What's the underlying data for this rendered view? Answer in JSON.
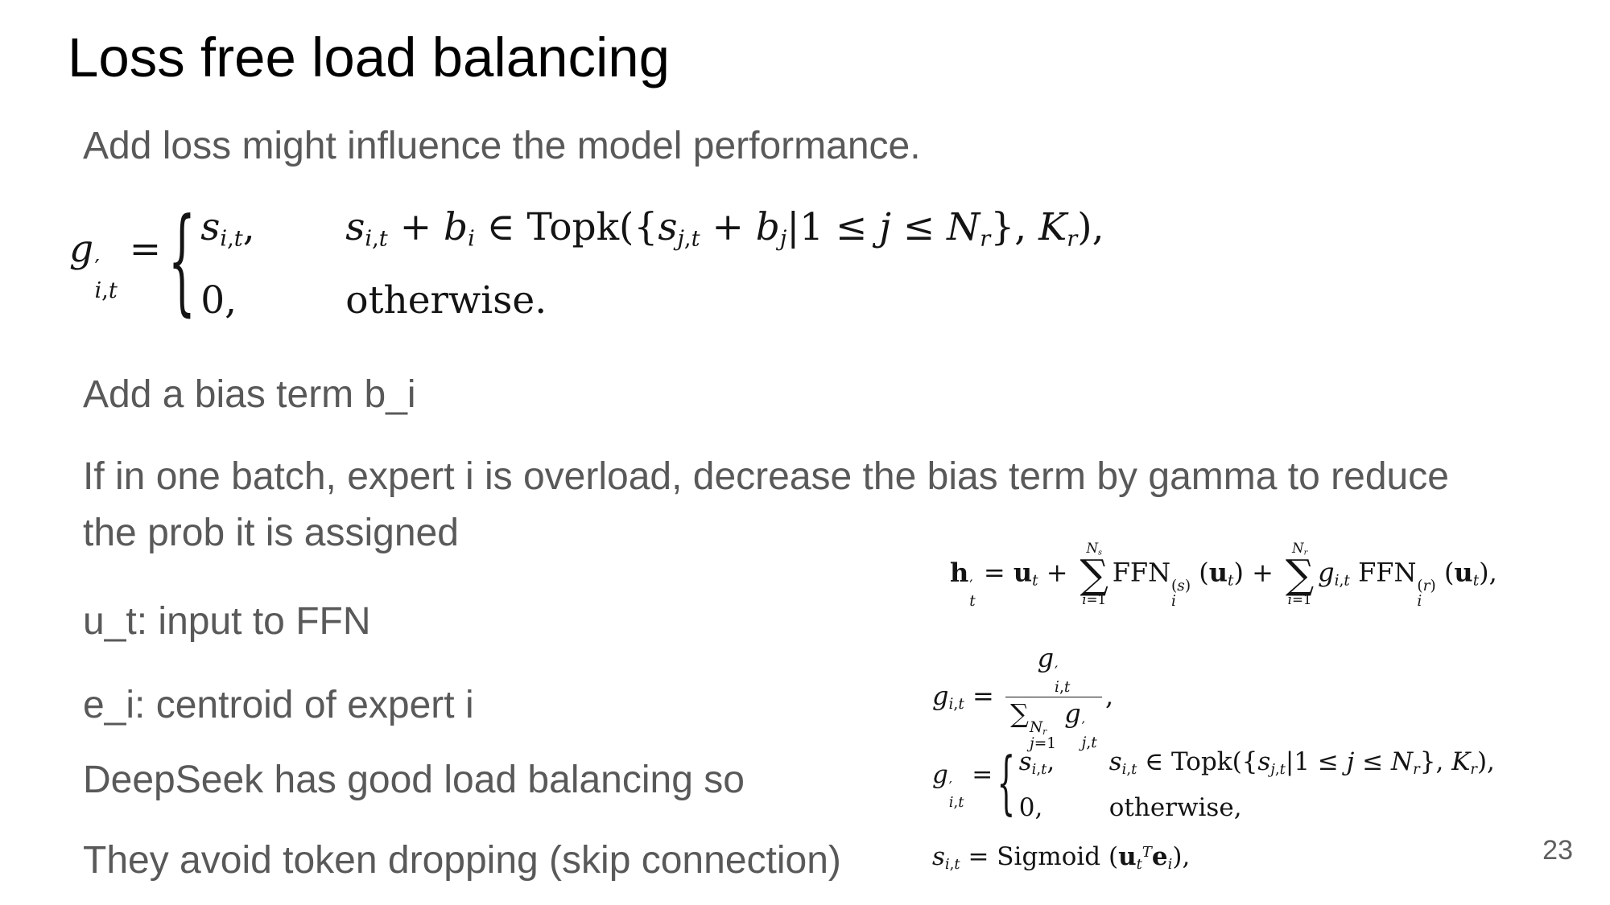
{
  "slide": {
    "title": "Loss free load balancing",
    "page_number": "23"
  },
  "paragraphs": [
    "Add loss might influence the model performance.",
    "Add a bias term b_i",
    "If in one batch, expert i is overload, decrease the bias term by gamma to reduce",
    "the prob it is assigned",
    "u_t: input to FFN",
    "e_i: centroid of expert i",
    "DeepSeek has good load balancing so",
    "They avoid token dropping (skip connection)"
  ],
  "colors": {
    "background": "#ffffff",
    "title": "#000000",
    "body": "#595959",
    "equation": "#141414",
    "page_number": "#5f5f5f"
  },
  "equations": {
    "brace": "{",
    "gating_cases_main": {
      "lhs": "\\i{g}\\ss{′}{\\i{i},\\i{t}} =",
      "rows": [
        {
          "value": "\\i{s}_{\\i{i},\\i{t}},",
          "condition": "\\i{s}_{\\i{i},\\i{t}} + \\i{b}_{\\i{i}} ∈ Topk({\\i{s}_{\\i{j},\\i{t}} + \\i{b}_{\\i{j}}|1 ≤ \\i{j} ≤ \\i{N}_{\\i{r}}}, \\i{K}_{\\i{r}}),"
        },
        {
          "value": "0,",
          "condition": "otherwise."
        }
      ]
    },
    "hidden_state": "\\b{h}\\ss{′}{\\i{t}} = \\b{u}_{\\i{t}} + \\sum{\\i{N}_{\\i{s}}}{\\i{i}=1}FFN\\ss{(\\i{s})}{\\i{i}} (\\b{u}_{\\i{t}}) + \\sum{\\i{N}_{\\i{r}}}{\\i{i}=1}\\i{g}_{\\i{i},\\i{t}} FFN\\ss{(\\i{r})}{\\i{i}} (\\b{u}_{\\i{t}}),",
    "gate_normalized": "\\i{g}_{\\i{i},\\i{t}} = \\f{\\i{g}\\ss{′}{\\i{i},\\i{t}}}{∑\\ss{\\i{N}_{\\i{r}}}{\\i{j}=1} \\i{g}\\ss{′}{\\i{j},\\i{t}}},",
    "gating_cases_small": {
      "lhs": "\\i{g}\\ss{′}{\\i{i},\\i{t}} =",
      "rows": [
        {
          "value": "\\i{s}_{\\i{i},\\i{t}},",
          "condition": "\\i{s}_{\\i{i},\\i{t}} ∈ Topk({\\i{s}_{\\i{j},\\i{t}}|1 ≤ \\i{j} ≤ \\i{N}_{\\i{r}}}, \\i{K}_{\\i{r}}),"
        },
        {
          "value": "0,",
          "condition": "otherwise,"
        }
      ]
    },
    "score": "\\i{s}_{\\i{i},\\i{t}} = Sigmoid (\\b{u}_{\\i{t}}^{\\i{T}}\\b{e}_{\\i{i}}),"
  }
}
